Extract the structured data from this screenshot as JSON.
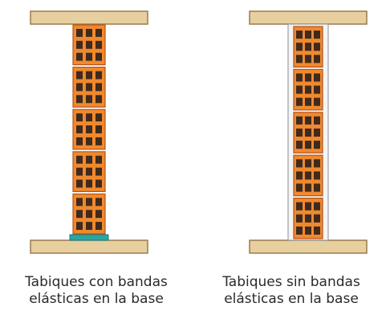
{
  "figure": {
    "colors": {
      "slab_fill": "#e7cfa0",
      "slab_stroke": "#9a7c4c",
      "brick_fill": "#f0892e",
      "brick_stroke": "#b4531c",
      "brick_hole": "#3f2a1e",
      "elastic_band": "#2aa5a2",
      "joint_gap": "#f4f4f4",
      "joint_stroke": "#8f8f8f"
    },
    "left_wall": {
      "caption_line1": "Tabiques con bandas",
      "caption_line2": "elásticas en la base",
      "brick_count": 5,
      "has_elastic_band": true
    },
    "right_wall": {
      "caption_line1": "Tabiques sin bandas",
      "caption_line2": "elásticas en la base",
      "brick_count": 5,
      "has_elastic_band": false
    }
  }
}
